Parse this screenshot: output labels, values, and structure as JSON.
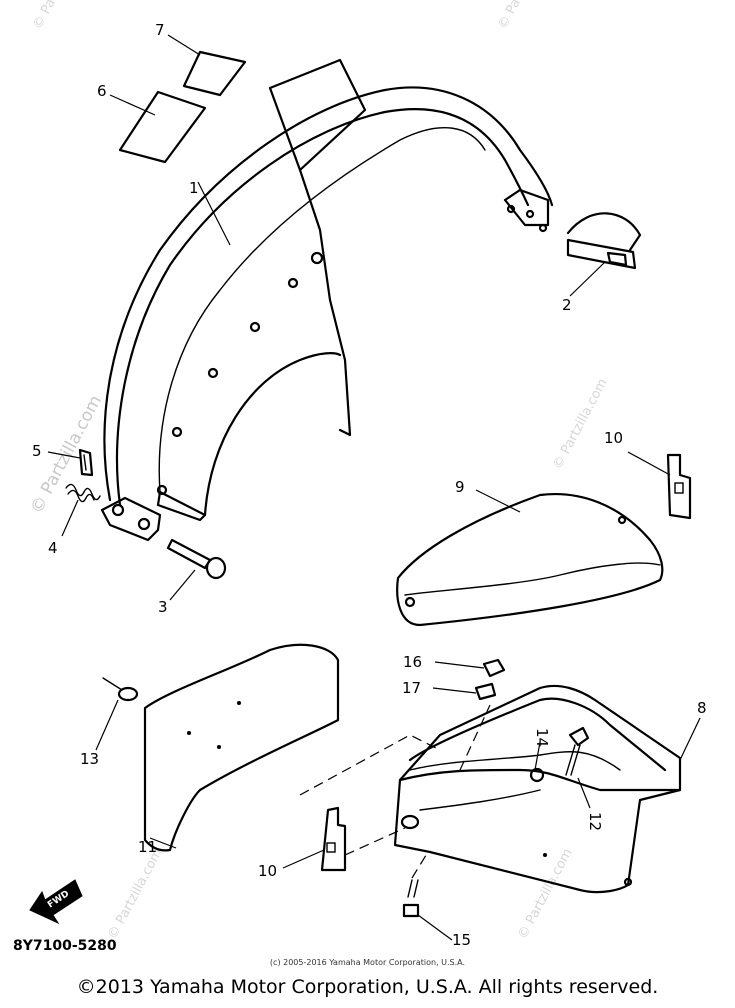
{
  "watermark": "© Partzilla.com",
  "callouts": [
    "1",
    "2",
    "3",
    "4",
    "5",
    "6",
    "7",
    "8",
    "9",
    "10",
    "10",
    "11",
    "12",
    "13",
    "14",
    "15",
    "16",
    "17"
  ],
  "forward_arrow_label": "FWD",
  "diagram_code": "8Y7100-5280",
  "small_copyright": "(c) 2005-2016 Yamaha Motor Corporation, U.S.A.",
  "footer_copyright": "©2013 Yamaha Motor Corporation, U.S.A. All rights reserved."
}
